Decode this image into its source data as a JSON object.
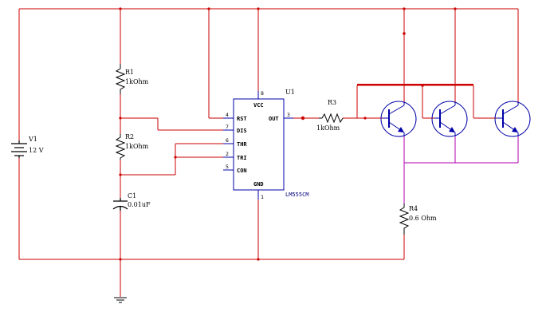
{
  "colors": {
    "wire_red": "#cc0000",
    "wire_magenta": "#b000b0",
    "component_blue": "#0000aa",
    "component_black": "#000000"
  },
  "components": {
    "v1": {
      "name": "V1",
      "value": "12 V"
    },
    "r1": {
      "name": "R1",
      "value": "1kOhm"
    },
    "r2": {
      "name": "R2",
      "value": "1kOhm"
    },
    "c1": {
      "name": "C1",
      "value": "0.01uF"
    },
    "r3": {
      "name": "R3",
      "value": "1kOhm"
    },
    "r4": {
      "name": "R4",
      "value": "0.6 Ohm"
    },
    "u1": {
      "name": "U1",
      "part": "LM555CM",
      "pins": {
        "vcc": "VCC",
        "rst": "RST",
        "dis": "DIS",
        "thr": "THR",
        "tri": "TRI",
        "con": "CON",
        "out": "OUT",
        "gnd": "GND"
      },
      "pin_numbers": {
        "vcc": "8",
        "rst": "4",
        "dis": "7",
        "thr": "6",
        "tri": "2",
        "con": "5",
        "out": "3",
        "gnd": "1"
      }
    }
  }
}
